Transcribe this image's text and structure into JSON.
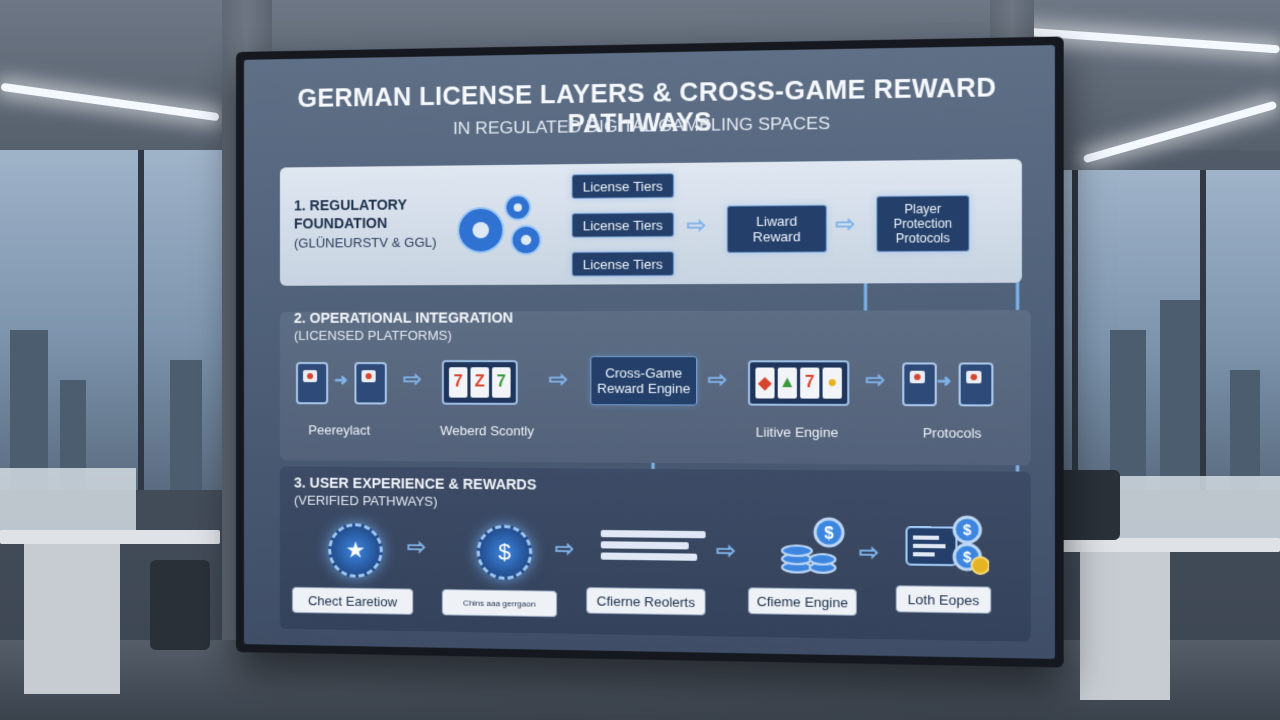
{
  "header": {
    "title": "German License Layers & Cross-Game Reward Pathways",
    "subtitle": "In Regulated Digital Gambling Spaces"
  },
  "section1": {
    "title_line1": "1. Regulatory",
    "title_line2": "Foundation",
    "subtitle": "(GlüNeuRStV & GGL)",
    "tiers": [
      "License Tiers",
      "License Tiers",
      "License Tiers"
    ],
    "reward_box": [
      "Liward",
      "Reward"
    ],
    "protection_box": [
      "Player",
      "Protection",
      "Protocols"
    ],
    "icons": [
      "gear-icon"
    ]
  },
  "section2": {
    "title": "2. Operational Integration",
    "subtitle": "(Licensed Platforms)",
    "engine_box": [
      "Cross-Game",
      "Reward Engine"
    ],
    "captions": [
      "Peereylact",
      "Weberd Scontly",
      "Liitive Engine",
      "Protocols"
    ],
    "reels_a": [
      "7",
      "Z",
      "7"
    ],
    "reels_b": [
      "◆",
      "▲",
      "7",
      "●"
    ],
    "icons": [
      "slot-machine-icon",
      "reels-icon"
    ]
  },
  "section3": {
    "title": "3. User Experience & Rewards",
    "subtitle": "(Verified Pathways)",
    "chips": [
      "Chect Earetiow",
      "Chins aaa gerrgaon",
      "Cfierne Reolerts",
      "Cfieme Engine",
      "Loth Eopes"
    ],
    "icons": [
      "star-badge-icon",
      "dollar-badge-icon",
      "progress-bars-icon",
      "coin-stack-icon",
      "wallet-icon"
    ],
    "coin_symbol": "$",
    "star_symbol": "★"
  },
  "colors": {
    "accent": "#7fb3ea",
    "box_fill": "#24406a",
    "panel1": "#dfe7f1",
    "panel2": "#5d6d84",
    "panel3": "#3d4b66"
  }
}
